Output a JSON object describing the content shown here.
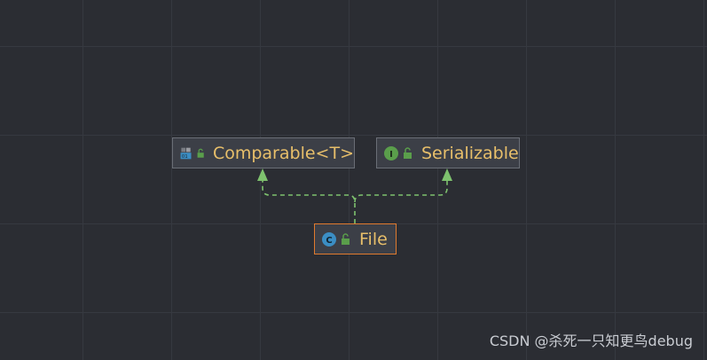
{
  "diagram": {
    "nodes": [
      {
        "id": "comparable",
        "label": "Comparable<T>",
        "kind": "interface-generic",
        "kind_icon": "interface-generic-icon",
        "visibility_icon": "unlock-icon"
      },
      {
        "id": "serializable",
        "label": "Serializable",
        "kind": "interface",
        "kind_badge": "I",
        "kind_icon": "interface-icon",
        "visibility_icon": "unlock-icon"
      },
      {
        "id": "file",
        "label": "File",
        "kind": "class",
        "kind_badge": "C",
        "kind_icon": "class-icon",
        "visibility_icon": "unlock-icon",
        "selected": true
      }
    ],
    "edges": [
      {
        "from": "file",
        "to": "comparable",
        "type": "implements"
      },
      {
        "from": "file",
        "to": "serializable",
        "type": "implements"
      }
    ]
  },
  "watermark": "CSDN @杀死一只知更鸟debug",
  "colors": {
    "background": "#2b2d33",
    "node_fill": "#3c3f47",
    "node_border": "#6a6e76",
    "selected_border": "#e07a2e",
    "label": "#e8bf6a",
    "edge": "#7ec26e",
    "interface_badge": "#5a9e4b",
    "class_badge": "#3b8ec4"
  }
}
